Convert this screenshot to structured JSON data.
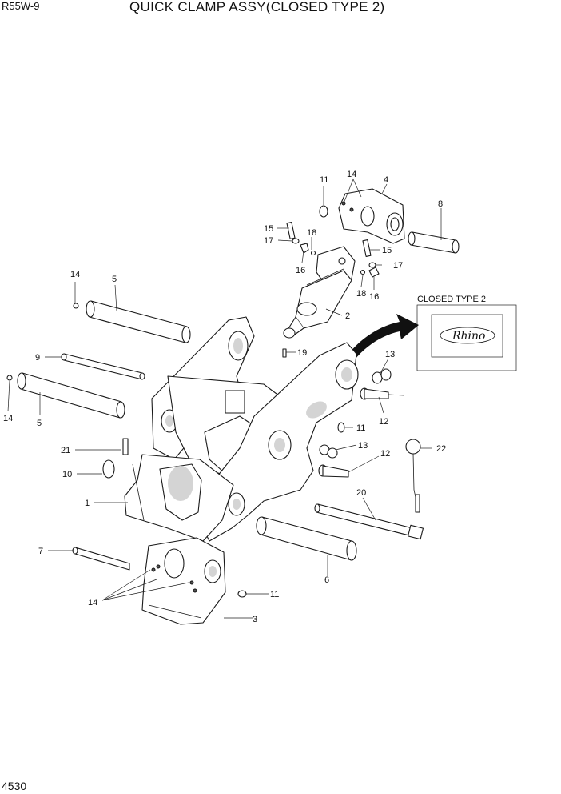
{
  "header": {
    "model": "R55W-9",
    "title": "QUICK CLAMP ASSY(CLOSED TYPE 2)"
  },
  "footer": {
    "page_number": "4530"
  },
  "inset": {
    "title": "CLOSED TYPE 2",
    "logo_text": "Rhino"
  },
  "callouts": {
    "c1": "1",
    "c2": "2",
    "c3": "3",
    "c4": "4",
    "c5a": "5",
    "c5b": "5",
    "c6": "6",
    "c7": "7",
    "c8": "8",
    "c9": "9",
    "c10": "10",
    "c11a": "11",
    "c11b": "11",
    "c11c": "11",
    "c12a": "12",
    "c12b": "12",
    "c13a": "13",
    "c13b": "13",
    "c14a": "14",
    "c14b": "14",
    "c14c": "14",
    "c14d": "14",
    "c15a": "15",
    "c15b": "15",
    "c16a": "16",
    "c16b": "16",
    "c17a": "17",
    "c17b": "17",
    "c18a": "18",
    "c18b": "18",
    "c19": "19",
    "c20": "20",
    "c21": "21",
    "c22": "22"
  }
}
